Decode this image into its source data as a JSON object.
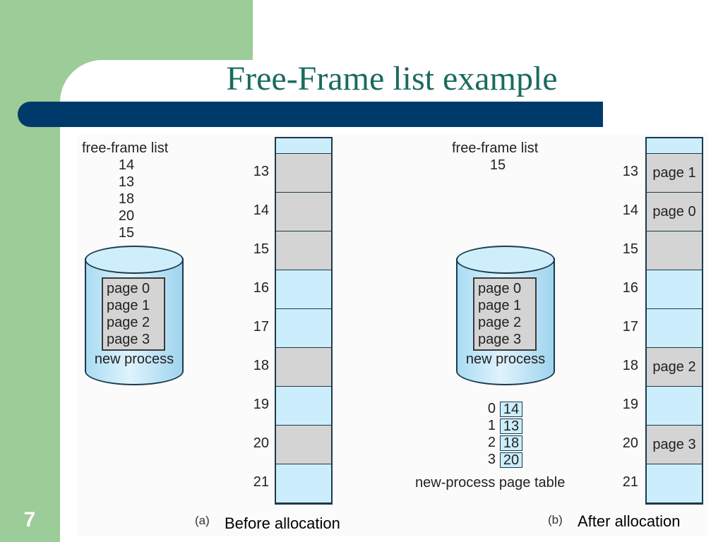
{
  "slide": {
    "title": "Free-Frame list example",
    "number": "7"
  },
  "before": {
    "free_list_title": "free-frame list",
    "free_list": [
      "14",
      "13",
      "18",
      "20",
      "15"
    ],
    "process_pages": [
      "page 0",
      "page 1",
      "page 2",
      "page 3"
    ],
    "process_label": "new process",
    "frames": [
      {
        "num": "",
        "state": "free",
        "content": ""
      },
      {
        "num": "13",
        "state": "free_frame",
        "content": ""
      },
      {
        "num": "14",
        "state": "free_frame",
        "content": ""
      },
      {
        "num": "15",
        "state": "free_frame",
        "content": ""
      },
      {
        "num": "16",
        "state": "used",
        "content": ""
      },
      {
        "num": "17",
        "state": "used",
        "content": ""
      },
      {
        "num": "18",
        "state": "free_frame",
        "content": ""
      },
      {
        "num": "19",
        "state": "used",
        "content": ""
      },
      {
        "num": "20",
        "state": "free_frame",
        "content": ""
      },
      {
        "num": "21",
        "state": "used",
        "content": ""
      }
    ],
    "caption_letter": "(a)",
    "caption": "Before allocation"
  },
  "after": {
    "free_list_title": "free-frame list",
    "free_list": [
      "15"
    ],
    "process_pages": [
      "page 0",
      "page 1",
      "page 2",
      "page 3"
    ],
    "process_label": "new process",
    "page_table": [
      {
        "index": "0",
        "frame": "14"
      },
      {
        "index": "1",
        "frame": "13"
      },
      {
        "index": "2",
        "frame": "18"
      },
      {
        "index": "3",
        "frame": "20"
      }
    ],
    "page_table_label": "new-process page table",
    "frames": [
      {
        "num": "",
        "state": "used",
        "content": ""
      },
      {
        "num": "13",
        "state": "free_frame",
        "content": "page 1"
      },
      {
        "num": "14",
        "state": "free_frame",
        "content": "page 0"
      },
      {
        "num": "15",
        "state": "free_frame",
        "content": ""
      },
      {
        "num": "16",
        "state": "used",
        "content": ""
      },
      {
        "num": "17",
        "state": "used",
        "content": ""
      },
      {
        "num": "18",
        "state": "free_frame",
        "content": "page 2"
      },
      {
        "num": "19",
        "state": "used",
        "content": ""
      },
      {
        "num": "20",
        "state": "free_frame",
        "content": "page 3"
      },
      {
        "num": "21",
        "state": "used",
        "content": ""
      }
    ],
    "caption_letter": "(b)",
    "caption": "After allocation"
  },
  "colors": {
    "green": "#9ccc98",
    "title": "#1a6b5c",
    "bar": "#003a6a",
    "frame_used": "#cceefc",
    "frame_gray": "#d4d4d4"
  }
}
